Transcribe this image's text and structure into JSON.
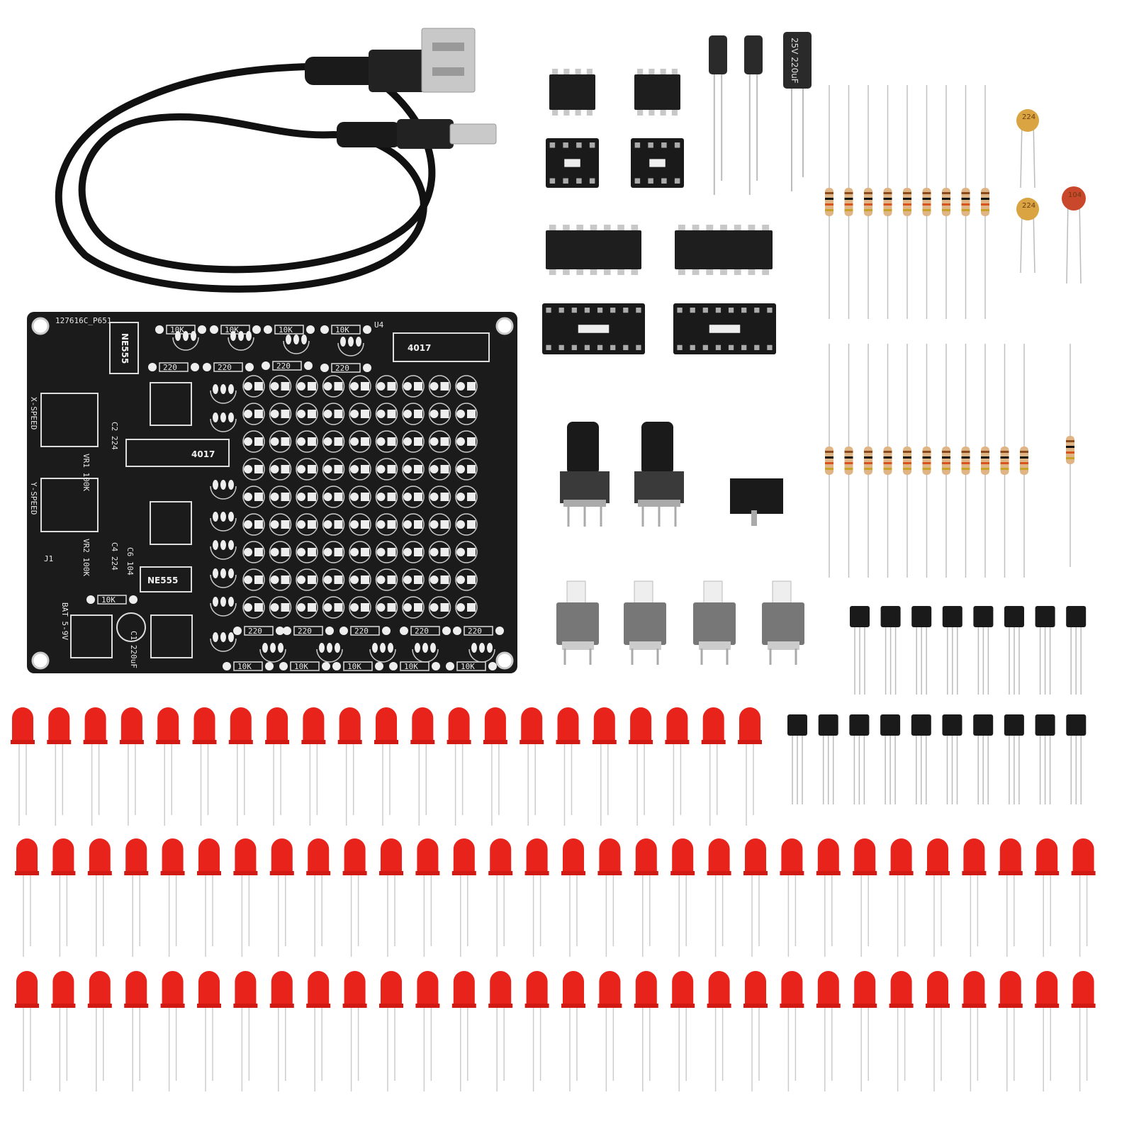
{
  "pcb": {
    "code": "127616C_P651",
    "timer_ic": "NE555",
    "counter_ic": "4017",
    "resistor_high": "10K",
    "resistor_low": "220",
    "x_speed": "X-SPEED",
    "y_speed": "Y-SPEED",
    "vr1": "VR1 100K",
    "vr2": "VR2 100K",
    "battery": "BAT 5-9V",
    "c2": "C2 224",
    "c4": "C4 224",
    "c6": "C6 104",
    "c1": "C1 220uF",
    "u4": "U4",
    "j1": "J1"
  },
  "parts": {
    "electrolytic_large_label": "25V 220uF",
    "ceramic_small_label": "224",
    "ceramic_red_label": "104"
  },
  "colors": {
    "pcb": "#1b1b1b",
    "led": "#e8231c",
    "resistor_body": "#e0b585",
    "ceramic_yellow": "#d9a441",
    "ceramic_red": "#c9472a"
  }
}
